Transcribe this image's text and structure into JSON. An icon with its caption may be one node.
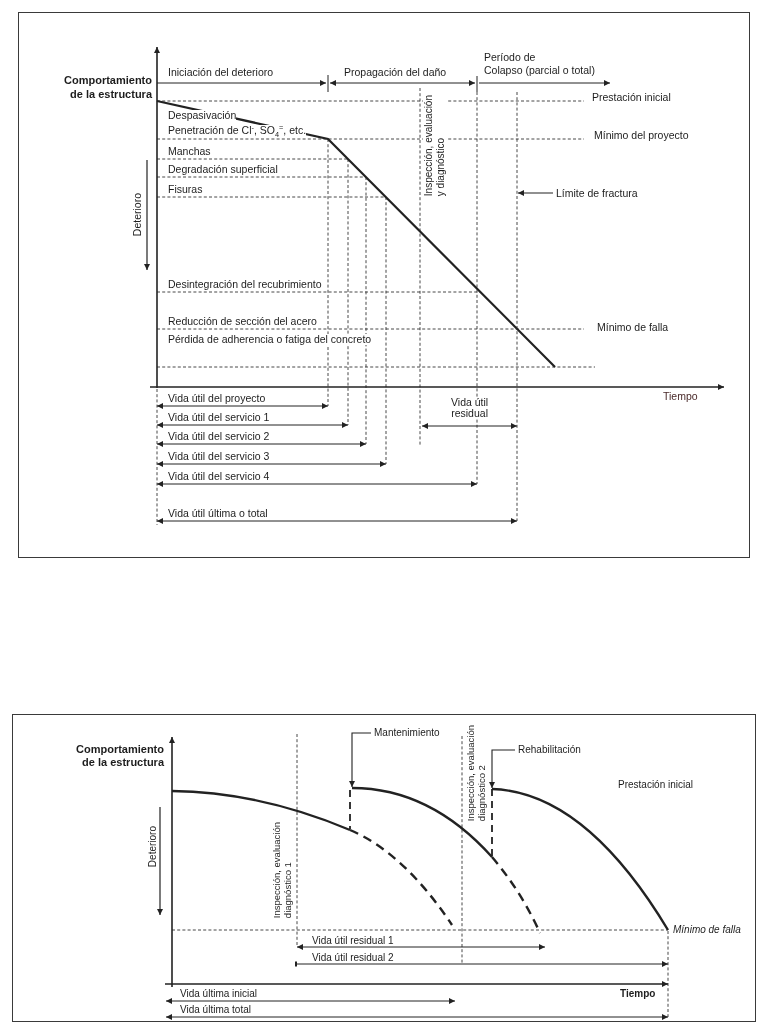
{
  "diagram": {
    "nodes": [
      {
        "text": [
          "Límite de fractura"
        ]
      },
      {
        "text": [],
        "shape": "line"
      },
      {
        "text": [
          "Mantenimiento"
        ]
      },
      {
        "text": [],
        "shape": "curve"
      },
      {
        "text": [
          "Rehabilitación"
        ]
      },
      {
        "text": [],
        "shape": "curve"
      }
    ],
    "edges": [
      {
        "from": 0,
        "to": 1,
        "arrow": "to"
      },
      {
        "from": 2,
        "to": 3,
        "arrow": "to"
      },
      {
        "from": 4,
        "to": 5,
        "arrow": "to"
      },
      {
        "from": 3,
        "to": 5,
        "arrow": "none",
        "style": "dashed"
      }
    ],
    "labels": [
      "Comportamiento de la estructura",
      "Iniciación del deterioro",
      "Propagación del daño",
      "Período de Colapso (parcial o total)",
      "Prestación inicial",
      "Despasivación",
      "Penetración de Cl$^{-}$, SO$_{4}$$^{=}$, etc.",
      "Mínimo del proyecto",
      "Manchas",
      "Degradación superficial",
      "Fisuras",
      "Inspección, evaluación y diagnóstico",
      "Deterioro",
      "Desintegración del recubrimiento",
      "Reducción de sección del acero",
      "Mínimo de falla",
      "Pérdida de adherencia o fatiga del concreto",
      "Vida útil del proyecto",
      "Tiempo",
      "Vida útil residual",
      "Vida útil del servicio 1",
      "Vida útil del servicio 2",
      "Vida útil del servicio 3",
      "Vida útil del servicio 4",
      "Vida útil última o total",
      "Comportamiento de la estructura",
      "Prestación inicial",
      "Inspección, evaluación diagnóstico 1",
      "Inspección, evaluación diagnóstico 2",
      "Deterioro",
      "Mínimo de falla",
      "Vida útil residual 1",
      "Vida útil residual 2",
      "Tiempo",
      "Vida última inicial",
      "Vida última total"
    ]
  }
}
